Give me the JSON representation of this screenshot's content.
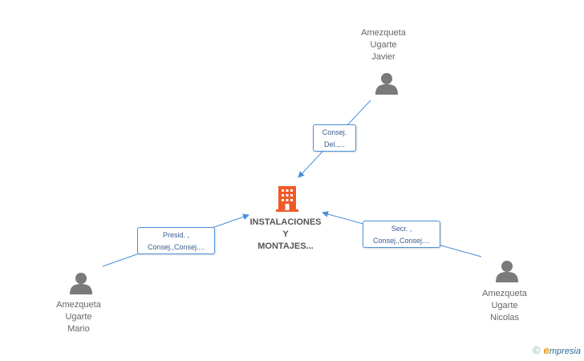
{
  "company": {
    "name_lines": [
      "INSTALACIONES",
      "Y",
      "MONTAJES..."
    ],
    "color": "#f05a28"
  },
  "persons": [
    {
      "id": "javier",
      "name_lines": [
        "Amezqueta",
        "Ugarte",
        "Javier"
      ],
      "role_lines": [
        "Consej.",
        "Del.,..."
      ]
    },
    {
      "id": "mario",
      "name_lines": [
        "Amezqueta",
        "Ugarte",
        "Mario"
      ],
      "role_lines": [
        "Presid. ,",
        "Consej.,Consej...."
      ]
    },
    {
      "id": "nicolas",
      "name_lines": [
        "Amezqueta",
        "Ugarte",
        "Nicolas"
      ],
      "role_lines": [
        "Secr. ,",
        "Consej.,Consej...."
      ]
    }
  ],
  "colors": {
    "person_icon": "#7a7a7a",
    "edge": "#4a90d9"
  },
  "footer": {
    "copyright_symbol": "©",
    "brand_initial": "e",
    "brand_rest": "mpresia"
  }
}
